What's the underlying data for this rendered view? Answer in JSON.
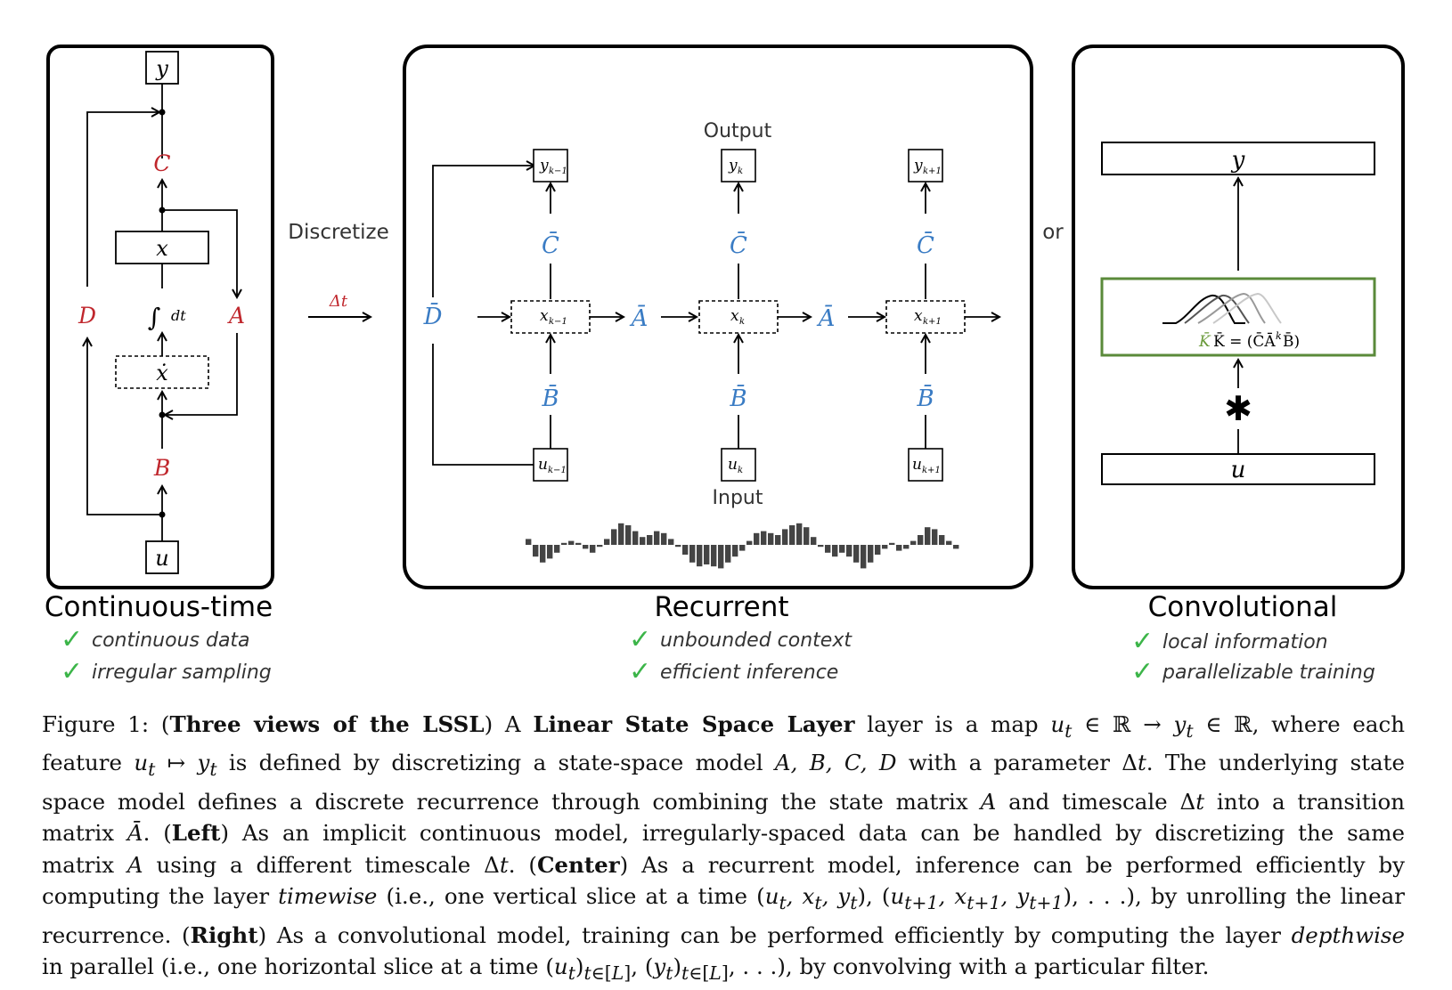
{
  "figure": {
    "panels": {
      "continuous": {
        "title": "Continuous-time",
        "checks": [
          "continuous data",
          "irregular sampling"
        ],
        "labels": {
          "y": "y",
          "C": "C",
          "x": "x",
          "D": "D",
          "A": "A",
          "integral": "∫",
          "dt": "dt",
          "xdot": "ẋ",
          "B": "B",
          "u": "u"
        }
      },
      "recurrent": {
        "title": "Recurrent",
        "checks": [
          "unbounded context",
          "efficient inference"
        ],
        "output_label": "Output",
        "input_label": "Input",
        "labels": {
          "D": "D̄",
          "A": "Ā",
          "B": "B̄",
          "C": "C̄",
          "y_prev": "y",
          "y_prev_sub": "k−1",
          "y_cur": "y",
          "y_cur_sub": "k",
          "y_next": "y",
          "y_next_sub": "k+1",
          "x_prev": "x",
          "x_prev_sub": "k−1",
          "x_cur": "x",
          "x_cur_sub": "k",
          "x_next": "x",
          "x_next_sub": "k+1",
          "u_prev": "u",
          "u_prev_sub": "k−1",
          "u_cur": "u",
          "u_cur_sub": "k",
          "u_next": "u",
          "u_next_sub": "k+1"
        }
      },
      "convolutional": {
        "title": "Convolutional",
        "checks": [
          "local information",
          "parallelizable training"
        ],
        "labels": {
          "y": "y",
          "u": "u",
          "star": "✱",
          "kernel_formula": "K̄ = (C̄Ā",
          "kernel_formula_k": "k",
          "kernel_formula_end": "B̄)"
        }
      }
    },
    "discretize_label": "Discretize",
    "delta_t": "Δt",
    "or_label": "or",
    "colors": {
      "red": "#c0272d",
      "blue": "#3a7cc4",
      "green": "#3cb549",
      "kernel_border": "#5a8a3a"
    }
  },
  "caption": {
    "lines": [
      "Figure 1: (<b>Three views of the LSSL</b>) A <b>Linear State Space Layer</b> layer is a map <i>u<sub>t</sub></i> ∈ ℝ → <i>y<sub>t</sub></i> ∈ ℝ, where each",
      "feature <i>u<sub>t</sub></i> ↦ <i>y<sub>t</sub></i> is defined by discretizing a state-space model <i>A, B, C, D</i> with a parameter Δ<i>t</i>. The underlying state",
      "space model defines a discrete recurrence through combining the state matrix <i>A</i> and timescale Δ<i>t</i> into a transition",
      "matrix <i>Ā</i>. (<b>Left</b>) As an implicit continuous model, irregularly-spaced data can be handled by discretizing the same",
      "matrix <i>A</i> using a different timescale Δ<i>t</i>. (<b>Center</b>) As a recurrent model, inference can be performed efficiently by",
      "computing the layer <i>timewise</i> (i.e., one vertical slice at a time (<i>u<sub>t</sub>, x<sub>t</sub>, y<sub>t</sub></i>), (<i>u<sub>t+1</sub>, x<sub>t+1</sub>, y<sub>t+1</sub></i>), . . .), by unrolling the linear",
      "recurrence. (<b>Right</b>) As a convolutional model, training can be performed efficiently by computing the layer <i>depthwise</i>",
      "in parallel (i.e., one horizontal slice at a time (<i>u<sub>t</sub></i>)<sub><i>t</i>∈[<i>L</i>]</sub>, (<i>y<sub>t</sub></i>)<sub><i>t</i>∈[<i>L</i>]</sub>, . . .), by convolving with a particular filter."
    ]
  },
  "input_signal": [
    0.3,
    -0.6,
    -0.9,
    -0.7,
    -0.4,
    0.1,
    0.2,
    0.1,
    -0.2,
    -0.4,
    -0.1,
    0.3,
    0.8,
    1.1,
    1.0,
    0.7,
    0.4,
    0.5,
    0.7,
    0.6,
    0.3,
    -0.1,
    -0.5,
    -0.9,
    -1.1,
    -1.0,
    -1.1,
    -1.2,
    -0.9,
    -0.6,
    -0.3,
    0.2,
    0.6,
    0.7,
    0.6,
    0.5,
    0.8,
    1.0,
    1.1,
    0.9,
    0.4,
    -0.1,
    -0.4,
    -0.6,
    -0.4,
    -0.6,
    -0.9,
    -1.2,
    -0.9,
    -0.5,
    -0.2,
    0.1,
    -0.3,
    -0.2,
    0.2,
    0.5,
    0.9,
    0.8,
    0.5,
    0.2,
    -0.2
  ]
}
